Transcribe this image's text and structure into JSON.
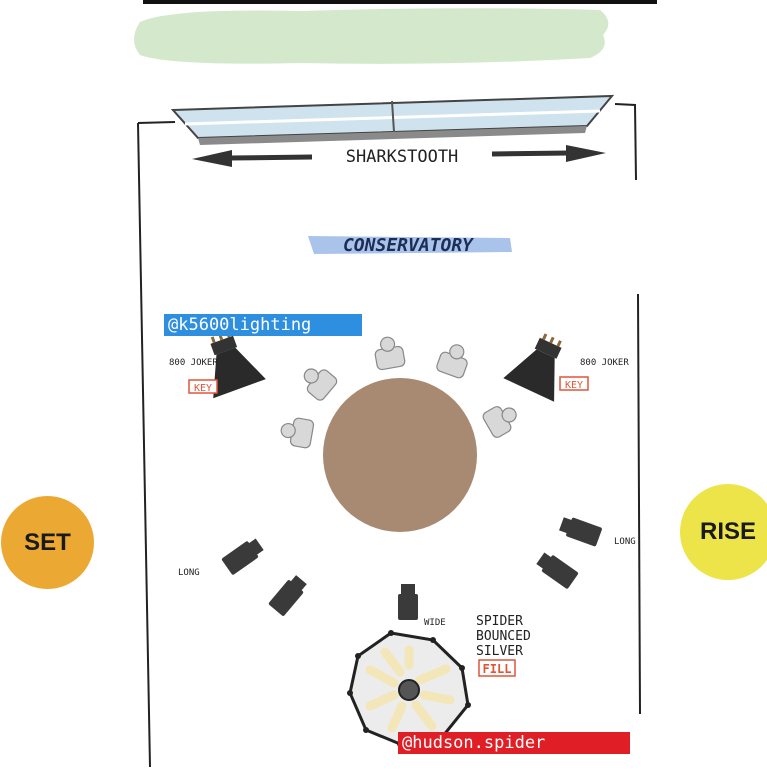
{
  "title": "SHARKSTOOTH",
  "room_label": "CONSERVATORY",
  "credits": {
    "lighting_tag": "@k5600lighting",
    "spider_tag": "@hudson.spider"
  },
  "lights": {
    "left_model": "800 JOKER",
    "right_model": "800 JOKER",
    "left_role": "KEY",
    "right_role": "KEY"
  },
  "cameras": {
    "left_label": "LONG",
    "right_label": "LONG",
    "bottom_label": "WIDE"
  },
  "spider": {
    "line1": "SPIDER",
    "line2": "BOUNCED",
    "line3": "SILVER",
    "role": "FILL"
  },
  "buttons": {
    "set": "SET",
    "rise": "RISE"
  },
  "colors": {
    "table": "#a88a73",
    "set_button": "#eba934",
    "rise_button": "#ede44a",
    "window_glass": "#cfe3ee",
    "lighting_tag": "#2e8ee0",
    "spider_tag": "#e01e26",
    "role_box": "#e0553a",
    "conservatory_highlight": "#a9c3eb",
    "top_highlight": "#cfe6c6"
  }
}
